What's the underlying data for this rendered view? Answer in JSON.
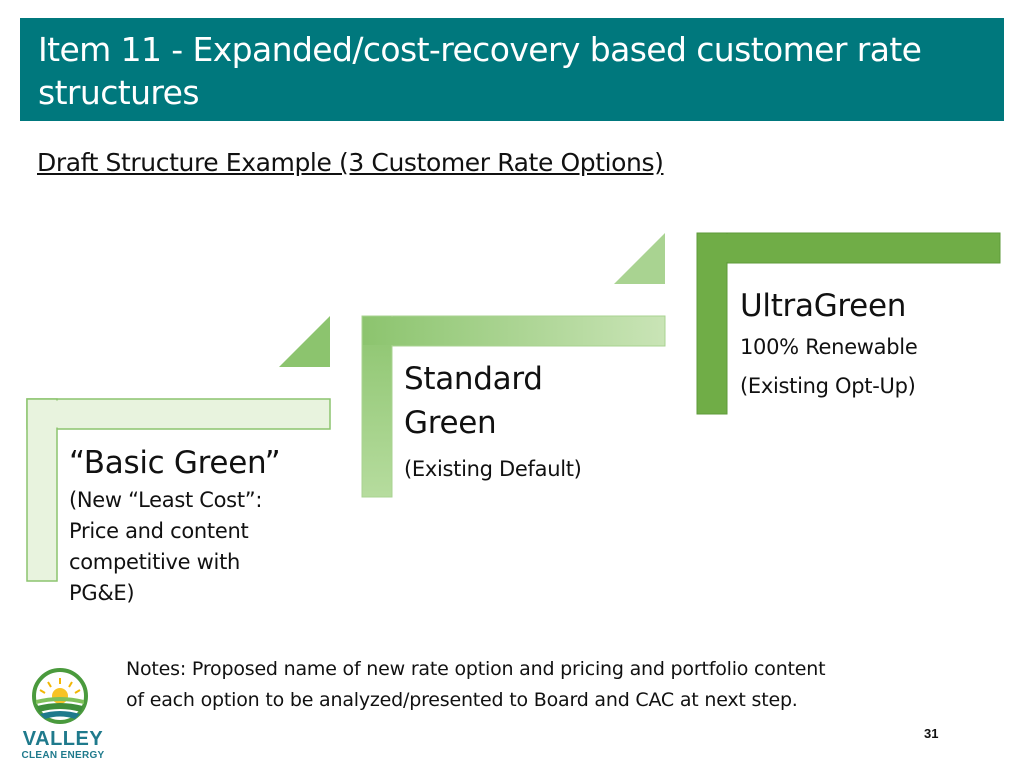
{
  "header": {
    "title": "Item 11 - Expanded/cost-recovery based customer rate structures"
  },
  "subtitle": "Draft Structure Example (3 Customer Rate Options)",
  "steps": [
    {
      "title": "“Basic Green”",
      "line1": "(New “Least Cost”:",
      "line2": "Price and content",
      "line3": "competitive with",
      "line4": "PG&E)"
    },
    {
      "title_line1": "Standard",
      "title_line2": "Green",
      "line1": "(Existing Default)"
    },
    {
      "title": "UltraGreen",
      "line1": "100% Renewable",
      "line2": "(Existing Opt-Up)"
    }
  ],
  "notes": {
    "line1": "Notes: Proposed name of new rate option and pricing and portfolio content",
    "line2": "of each option to be analyzed/presented to Board and CAC at next step."
  },
  "logo": {
    "line1": "VALLEY",
    "line2": "CLEAN ENERGY"
  },
  "page_number": "31",
  "colors": {
    "header": "#00787d",
    "step_light": "#e6f2dc",
    "step_mid": "#a9d391",
    "step_dark": "#70ad47"
  }
}
